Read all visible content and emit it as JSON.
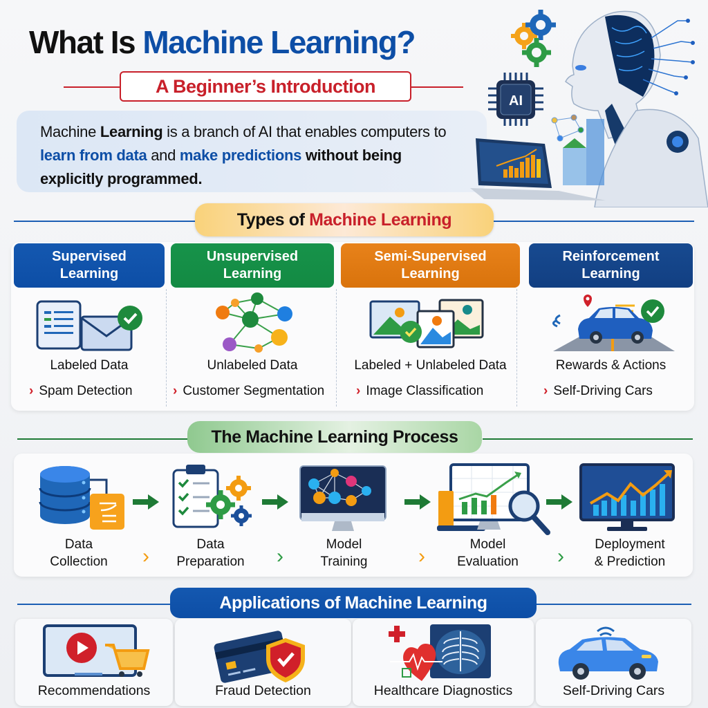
{
  "header": {
    "title_part1": "What Is ",
    "title_part2": "Machine Learning?",
    "subtitle": "A Beginner’s Introduction"
  },
  "intro": {
    "segments": [
      {
        "text": "Machine ",
        "style": "normal"
      },
      {
        "text": "Learning",
        "style": "bold"
      },
      {
        "text": " is a branch of AI that enables computers to ",
        "style": "normal"
      },
      {
        "text": "learn from data",
        "style": "highlight"
      },
      {
        "text": " and ",
        "style": "normal"
      },
      {
        "text": "make predictions",
        "style": "highlight"
      },
      {
        "text": " without being explicitly programmed.",
        "style": "bold"
      }
    ],
    "s0": "Machine ",
    "s1": "Learning",
    "s2": " is a branch of AI that enables computers to ",
    "s3": "learn from data",
    "s4": " and ",
    "s5": "make predictions",
    "s6": " without being explicitly programmed."
  },
  "hero": {
    "chip_label": "AI",
    "description": "Robot with glowing brain, AI chip, gears and laptop with bar chart"
  },
  "types_section": {
    "title_part1": "Types of ",
    "title_part2": "Machine Learning",
    "cards": [
      {
        "title_line1": "Supervised",
        "title_line2": "Learning",
        "data": "Labeled Data",
        "example": "Spam Detection",
        "color": "#0d4ea6",
        "icon": "document-envelope-check-icon"
      },
      {
        "title_line1": "Unsupervised",
        "title_line2": "Learning",
        "data": "Unlabeled Data",
        "example": "Customer Segmentation",
        "color": "#138a43",
        "icon": "cluster-network-icon"
      },
      {
        "title_line1": "Semi-Supervised",
        "title_line2": "Learning",
        "data": "Labeled + Unlabeled Data",
        "example": "Image Classification",
        "color": "#e07a10",
        "icon": "images-check-icon"
      },
      {
        "title_line1": "Reinforcement",
        "title_line2": "Learning",
        "data": "Rewards & Actions",
        "example": "Self-Driving Cars",
        "color": "#123f82",
        "icon": "car-reward-icon"
      }
    ]
  },
  "process_section": {
    "title": "The Machine Learning Process",
    "steps": [
      {
        "line1": "Data",
        "line2": "Collection",
        "icon": "database-icon"
      },
      {
        "line1": "Data",
        "line2": "Preparation",
        "icon": "checklist-gears-icon"
      },
      {
        "line1": "Model",
        "line2": "Training",
        "icon": "neural-network-monitor-icon"
      },
      {
        "line1": "Model",
        "line2": "Evaluation",
        "icon": "chart-magnifier-icon"
      },
      {
        "line1": "Deployment",
        "line2": "& Prediction",
        "icon": "growth-chart-monitor-icon"
      }
    ],
    "chevron": "›"
  },
  "applications_section": {
    "title": "Applications of Machine Learning",
    "items": [
      {
        "label": "Recommendations",
        "icon": "video-cart-icon"
      },
      {
        "label": "Fraud Detection",
        "icon": "card-shield-icon"
      },
      {
        "label": "Healthcare Diagnostics",
        "icon": "heart-xray-icon"
      },
      {
        "label": "Self-Driving Cars",
        "icon": "connected-car-icon"
      }
    ]
  },
  "colors": {
    "brand_blue": "#0d4ea6",
    "accent_red": "#c8202a",
    "green": "#138a43",
    "orange": "#e07a10",
    "navy": "#123f82"
  }
}
